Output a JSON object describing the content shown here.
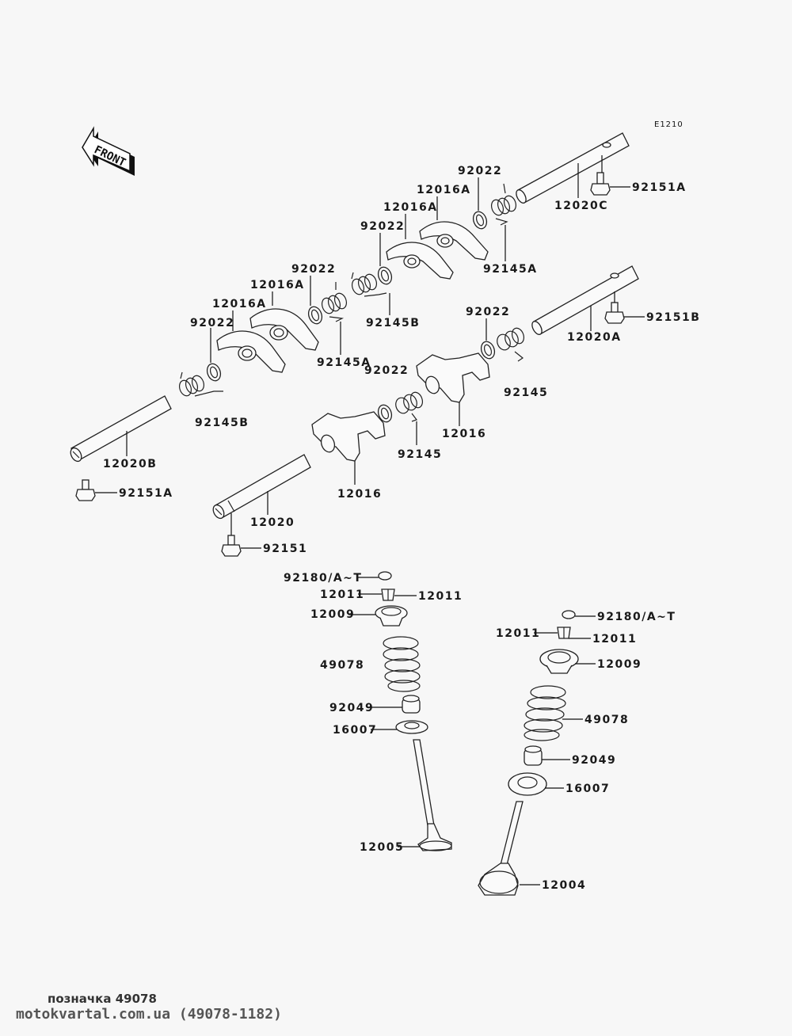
{
  "diagram": {
    "code": "E1210",
    "front_label": "FRONT",
    "labels": {
      "l_12020C": "12020C",
      "l_92151A_top": "92151A",
      "l_92022_a": "92022",
      "l_92145A_a": "92145A",
      "l_12016A_a": "12016A",
      "l_12016A_b": "12016A",
      "l_92022_b": "92022",
      "l_92145B_a": "92145B",
      "l_92022_c": "92022",
      "l_12016A_c": "12016A",
      "l_12016A_d": "12016A",
      "l_92145A_b": "92145A",
      "l_92022_d": "92022",
      "l_92145B_b": "92145B",
      "l_12020B": "12020B",
      "l_92151A_left": "92151A",
      "l_92022_e": "92022",
      "l_92022_f": "92022",
      "l_12020A": "12020A",
      "l_92151B": "92151B",
      "l_92145_a": "92145",
      "l_12016_a": "12016",
      "l_92145_b": "92145",
      "l_12016_b": "12016",
      "l_12020": "12020",
      "l_92151": "92151",
      "l_92180_left": "92180/A~T",
      "l_12011_l1": "12011",
      "l_12011_l2": "12011",
      "l_12009_left": "12009",
      "l_49078_left": "49078",
      "l_92049_left": "92049",
      "l_16007_left": "16007",
      "l_12005": "12005",
      "l_92180_right": "92180/A~T",
      "l_12011_r1": "12011",
      "l_12011_r2": "12011",
      "l_12009_right": "12009",
      "l_49078_right": "49078",
      "l_92049_right": "92049",
      "l_16007_right": "16007",
      "l_12004": "12004"
    }
  },
  "footer": {
    "caption": "позначка 49078",
    "site": "motokvartal.com.ua (49078-1182)"
  }
}
